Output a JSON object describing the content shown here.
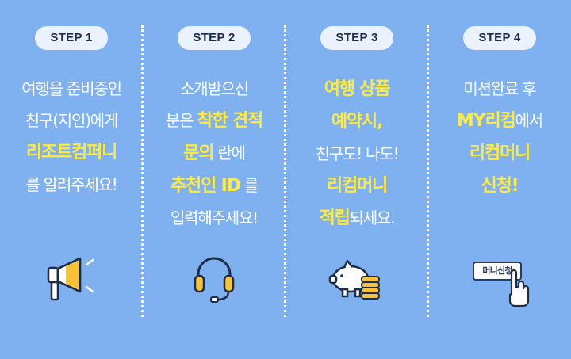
{
  "steps": [
    {
      "badge": "STEP 1",
      "lines": [
        [
          {
            "t": "여행을 준비중인"
          }
        ],
        [
          {
            "t": "친구(지인)에게"
          }
        ],
        [
          {
            "t": "리조트컴퍼니",
            "h": true
          }
        ],
        [
          {
            "t": "를 알려주세요!"
          }
        ]
      ],
      "icon": "megaphone-icon"
    },
    {
      "badge": "STEP 2",
      "lines": [
        [
          {
            "t": "소개받으신"
          }
        ],
        [
          {
            "t": "분은 "
          },
          {
            "t": "착한 견적",
            "h": true
          }
        ],
        [
          {
            "t": "문의",
            "h": true
          },
          {
            "t": " 란에"
          }
        ],
        [
          {
            "t": "추천인 ID",
            "h": true
          },
          {
            "t": " 를"
          }
        ],
        [
          {
            "t": "입력해주세요!"
          }
        ]
      ],
      "icon": "headset-icon"
    },
    {
      "badge": "STEP 3",
      "lines": [
        [
          {
            "t": "여행 상품",
            "h": true
          }
        ],
        [
          {
            "t": "예약시,",
            "h": true
          }
        ],
        [
          {
            "t": "친구도! 나도!"
          }
        ],
        [
          {
            "t": "리컴머니",
            "h": true
          }
        ],
        [
          {
            "t": "적립",
            "h": true
          },
          {
            "t": "되세요."
          }
        ]
      ],
      "icon": "piggy-bank-coins-icon"
    },
    {
      "badge": "STEP 4",
      "lines": [
        [
          {
            "t": "미션완료 후"
          }
        ],
        [
          {
            "t": "MY리컴",
            "h": true
          },
          {
            "t": "에서"
          }
        ],
        [
          {
            "t": "리컴머니",
            "h": true
          }
        ],
        [
          {
            "t": "신청!",
            "h": true
          }
        ]
      ],
      "icon": "hand-pointer-icon",
      "button_label": "머니신청"
    }
  ],
  "colors": {
    "background": "#7fb1f0",
    "highlight": "#ffea3d",
    "badge": "#eaf2fd"
  }
}
